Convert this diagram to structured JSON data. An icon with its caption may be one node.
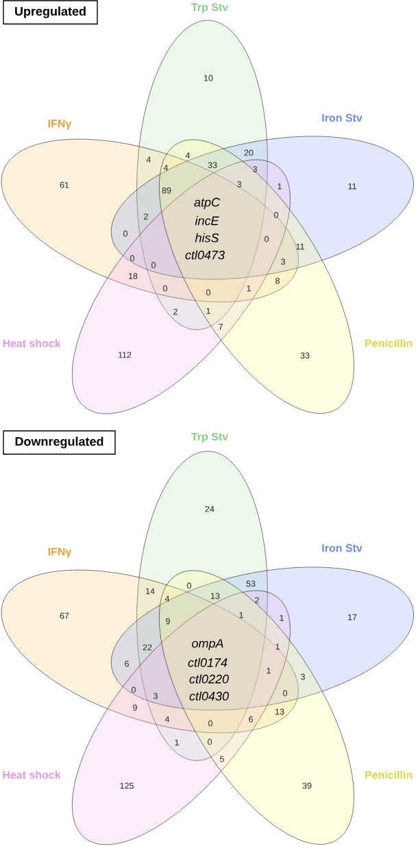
{
  "diagram": {
    "nodes": [
      {
        "text": [
          "Upregulated"
        ]
      },
      {
        "text": [
          "Trp Stv"
        ]
      },
      {
        "text": [
          "IFNγ"
        ]
      },
      {
        "text": [
          "Iron Stv"
        ]
      },
      {
        "text": [
          "Heat shock"
        ]
      },
      {
        "text": [
          "Penicillin"
        ]
      },
      {
        "text": [
          "Downregulated"
        ]
      },
      {
        "text": [
          "Trp Stv"
        ]
      },
      {
        "text": [
          "IFNγ"
        ]
      },
      {
        "text": [
          "Iron Stv"
        ]
      },
      {
        "text": [
          "Heat shock"
        ]
      },
      {
        "text": [
          "Penicillin"
        ]
      }
    ],
    "labels": [
      "10",
      "4",
      "4",
      "20",
      "4",
      "33",
      "3",
      "61",
      "89",
      "3",
      "1",
      "11",
      "atpC",
      "2",
      "incE",
      "0",
      "0",
      "hisS",
      "0",
      "11",
      "0",
      "0",
      "ctl0473",
      "3",
      "18",
      "8",
      "0",
      "0",
      "1",
      "2",
      "1",
      "7",
      "112",
      "33",
      "24",
      "14",
      "0",
      "53",
      "4",
      "13",
      "2",
      "67",
      "9",
      "1",
      "1",
      "17",
      "ompA",
      "22",
      "1",
      "6",
      "ctl0174",
      "1",
      "3",
      "ctl0220",
      "0",
      "3",
      "ctl0430",
      "0",
      "9",
      "13",
      "4",
      "0",
      "6",
      "1",
      "0",
      "5",
      "125",
      "39"
    ]
  }
}
